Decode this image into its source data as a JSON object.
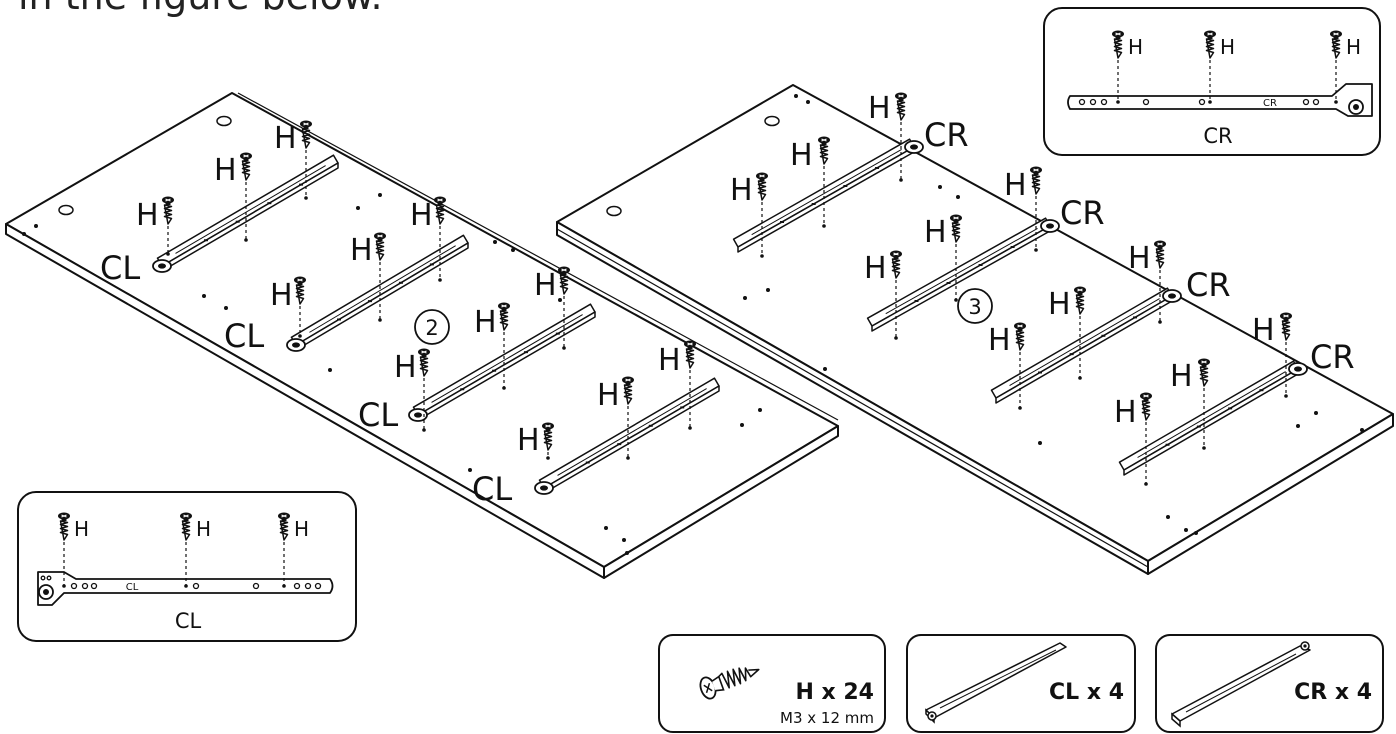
{
  "instruction_fragment": "in the figure below.",
  "screw_label": "H",
  "left_rail_label": "CL",
  "right_rail_label": "CR",
  "steps": [
    "2",
    "3"
  ],
  "cl_detail": {
    "screw_labels": [
      "H",
      "H",
      "H"
    ],
    "rail_stamp": "CL",
    "caption": "CL"
  },
  "cr_detail": {
    "screw_labels": [
      "H",
      "H",
      "H"
    ],
    "rail_stamp": "CR",
    "caption": "CR"
  },
  "parts": [
    {
      "id": "screw",
      "label": "H x 24",
      "spec": "M3 x 12 mm"
    },
    {
      "id": "rail-left",
      "label": "CL x 4"
    },
    {
      "id": "rail-right",
      "label": "CR x 4"
    }
  ]
}
